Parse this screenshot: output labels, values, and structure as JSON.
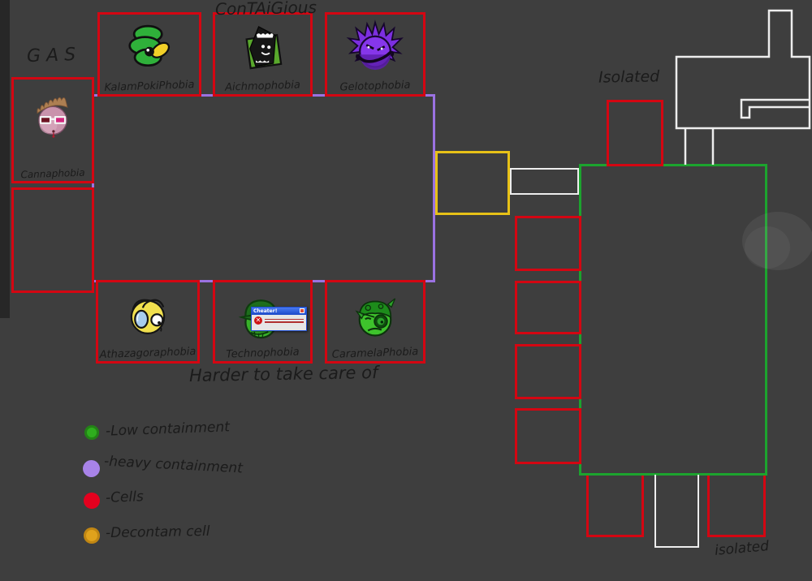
{
  "palette": {
    "bg": "#3e3e3e",
    "red": "#d40612",
    "purple": "#9b72e2",
    "green": "#1ca32e",
    "yellow": "#e7c117",
    "white-line": "#ededed",
    "ink": "#1b1b1b"
  },
  "labels": {
    "contagious": "ConTAiGious",
    "gas": "GAS",
    "isolated_top": "Isolated",
    "isolated_bottom": "isolated",
    "harder": "Harder to take care of"
  },
  "cells": {
    "contagious": [
      {
        "name": "KalamPokiPhobia"
      },
      {
        "name": "Aichmophobia"
      },
      {
        "name": "Gelotophobia"
      }
    ],
    "gas": [
      {
        "name": "Cannaphobia"
      }
    ],
    "harder": [
      {
        "name": "Athazagoraphobia"
      },
      {
        "name": "Technophobia"
      },
      {
        "name": "CaramelaPhobia"
      }
    ]
  },
  "dialog": {
    "title": "Cheater!"
  },
  "legend": {
    "items": [
      {
        "label": "-Low containment",
        "color": "#2fae1e"
      },
      {
        "label": "-heavy containment",
        "color": "#a883e8"
      },
      {
        "label": "-Cells",
        "color": "#e4001e"
      },
      {
        "label": "-Decontam cell",
        "color": "#e0a21c"
      }
    ]
  }
}
